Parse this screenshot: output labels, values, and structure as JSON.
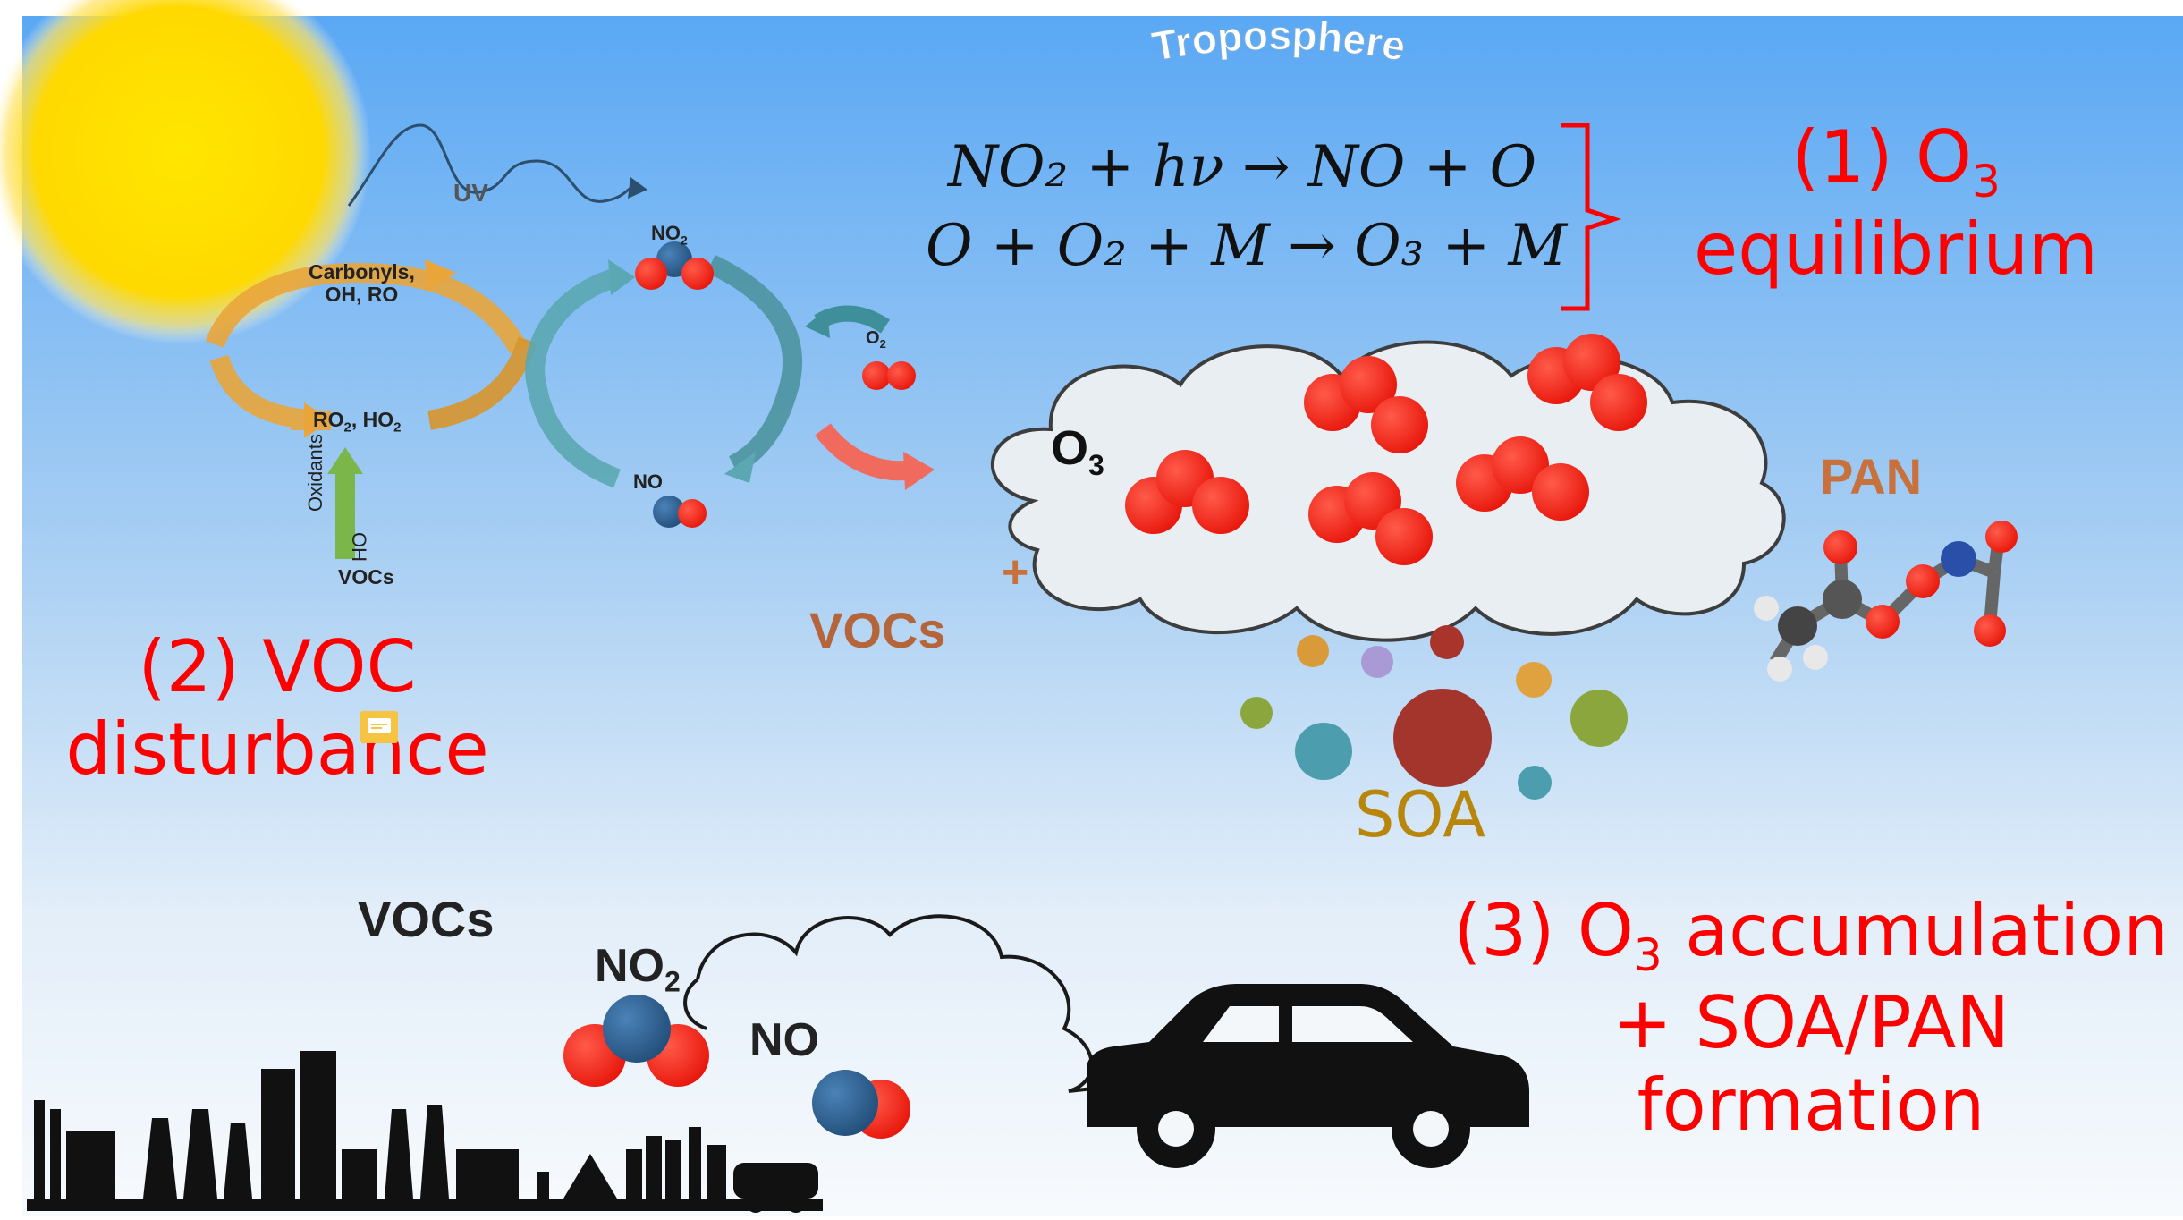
{
  "troposphere_label": "Troposphere",
  "uv_label": "UV",
  "cycle": {
    "carbonyls_line1": "Carbonyls,",
    "carbonyls_line2": "OH, RO",
    "ro2_base": "RO",
    "ho2_base": "HO",
    "oxidants_label": "Oxidants",
    "oh_label": "OH",
    "vocs_label": "VOCs",
    "no2_label": "NO",
    "no_label": "NO",
    "o2_label": "O"
  },
  "equations": {
    "line1": "NO₂ + hν → NO + O",
    "line2": "O + O₂ + M → O₃ + M"
  },
  "labels": {
    "equilibrium_top": "(1) O",
    "equilibrium_sub": "3",
    "equilibrium_bottom": "equilibrium",
    "voc_line1": "(2) VOC",
    "voc_line2": "disturbance",
    "accum_prefix": "(3) O",
    "accum_sub": "3",
    "accum_suffix": " accumulation",
    "accum_line2": "+ SOA/PAN formation"
  },
  "cloud": {
    "o3_label": "O",
    "o3_sub": "3"
  },
  "side_labels": {
    "vocs_mid": "VOCs",
    "plus": "+",
    "pan": "PAN",
    "soa": "SOA"
  },
  "ground": {
    "vocs": "VOCs",
    "no2": "NO",
    "no2_sub": "2",
    "no": "NO"
  },
  "colors": {
    "sky_top": "#5aa9f5",
    "sky_bottom": "#f4f8fd",
    "annotation": "#ff0000",
    "soa": "#b8860b",
    "pan": "#c8713c",
    "vocs": "#b5653a"
  }
}
